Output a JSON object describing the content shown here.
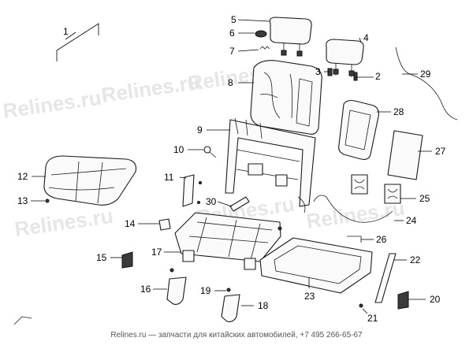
{
  "watermark": "Relines.ru",
  "callouts": {
    "n1": "1",
    "n2": "2",
    "n3": "3",
    "n4": "4",
    "n5": "5",
    "n6": "6",
    "n7": "7",
    "n8": "8",
    "n9": "9",
    "n10": "10",
    "n11": "11",
    "n12": "12",
    "n13": "13",
    "n14": "14",
    "n15": "15",
    "n16": "16",
    "n17": "17",
    "n18": "18",
    "n19": "19",
    "n20": "20",
    "n21": "21",
    "n22": "22",
    "n23": "23",
    "n24": "24",
    "n25": "25",
    "n26": "26",
    "n27": "27",
    "n28": "28",
    "n29": "29",
    "n30": "30"
  },
  "footer": {
    "text": "Relines.ru — запчасти для китайских автомобилей, +7 495 266-65-67"
  }
}
